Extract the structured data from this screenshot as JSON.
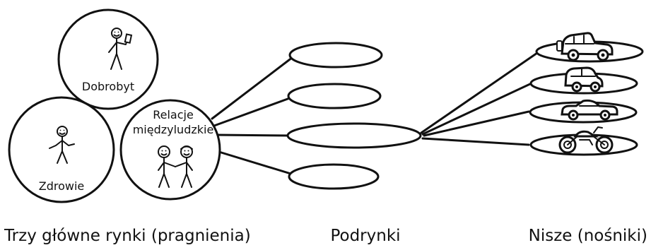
{
  "markets": {
    "prosperity": "Dobrobyt",
    "health": "Zdrowie",
    "relations_line1": "Relacje",
    "relations_line2": "międzyludzkie"
  },
  "columns": {
    "markets": "Trzy główne rynki (pragnienia)",
    "submarkets": "Podrynki",
    "niches": "Nisze (nośniki)"
  },
  "icons": {
    "person_phone": "person-with-phone-icon",
    "person_waving": "person-waving-icon",
    "couple": "couple-icon",
    "jeep": "jeep-icon",
    "small_car": "small-car-icon",
    "sports_car": "sports-car-icon",
    "motorcycle": "motorcycle-icon"
  },
  "colors": {
    "ink": "#111111",
    "background": "#ffffff"
  }
}
